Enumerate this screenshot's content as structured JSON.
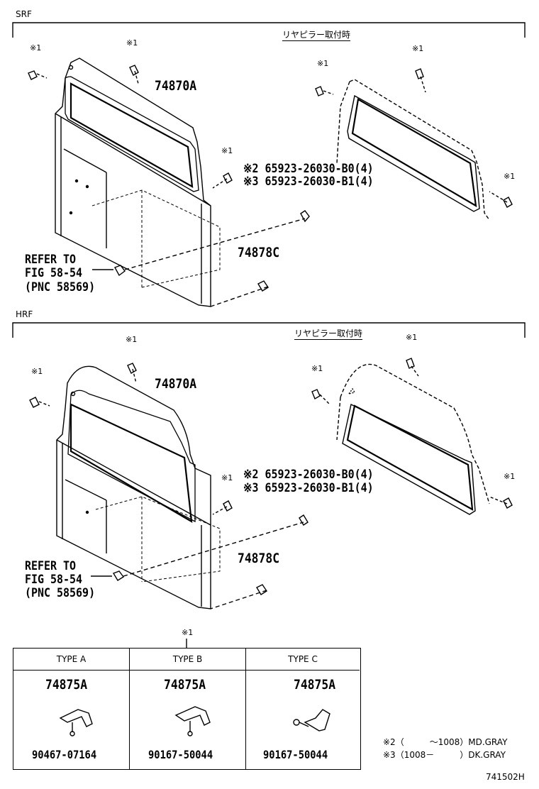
{
  "sections": [
    {
      "title": "SRF",
      "variant_caption": "リヤピラー取付時",
      "part_main": "74870A",
      "part_clip": "74878C",
      "note2": "※2 65923-26030-B0(4)",
      "note3": "※3 65923-26030-B1(4)",
      "refer_line1": "REFER TO",
      "refer_line2": "FIG 58-54",
      "refer_line3": "(PNC 58569)",
      "marker": "※1"
    },
    {
      "title": "HRF",
      "variant_caption": "リヤピラー取付時",
      "part_main": "74870A",
      "part_clip": "74878C",
      "note2": "※2 65923-26030-B0(4)",
      "note3": "※3 65923-26030-B1(4)",
      "refer_line1": "REFER TO",
      "refer_line2": "FIG 58-54",
      "refer_line3": "(PNC 58569)",
      "marker": "※1"
    }
  ],
  "type_table": {
    "marker": "※1",
    "columns": [
      {
        "header": "TYPE A",
        "part": "74875A",
        "bolt": "90467-07164"
      },
      {
        "header": "TYPE B",
        "part": "74875A",
        "bolt": "90167-50044"
      },
      {
        "header": "TYPE C",
        "part": "74875A",
        "bolt": "90167-50044"
      }
    ]
  },
  "legend": {
    "line2": "※2（　　　～1008）MD.GRAY",
    "line3": "※3（1008－　　　）DK.GRAY"
  },
  "figure_id": "741502H"
}
